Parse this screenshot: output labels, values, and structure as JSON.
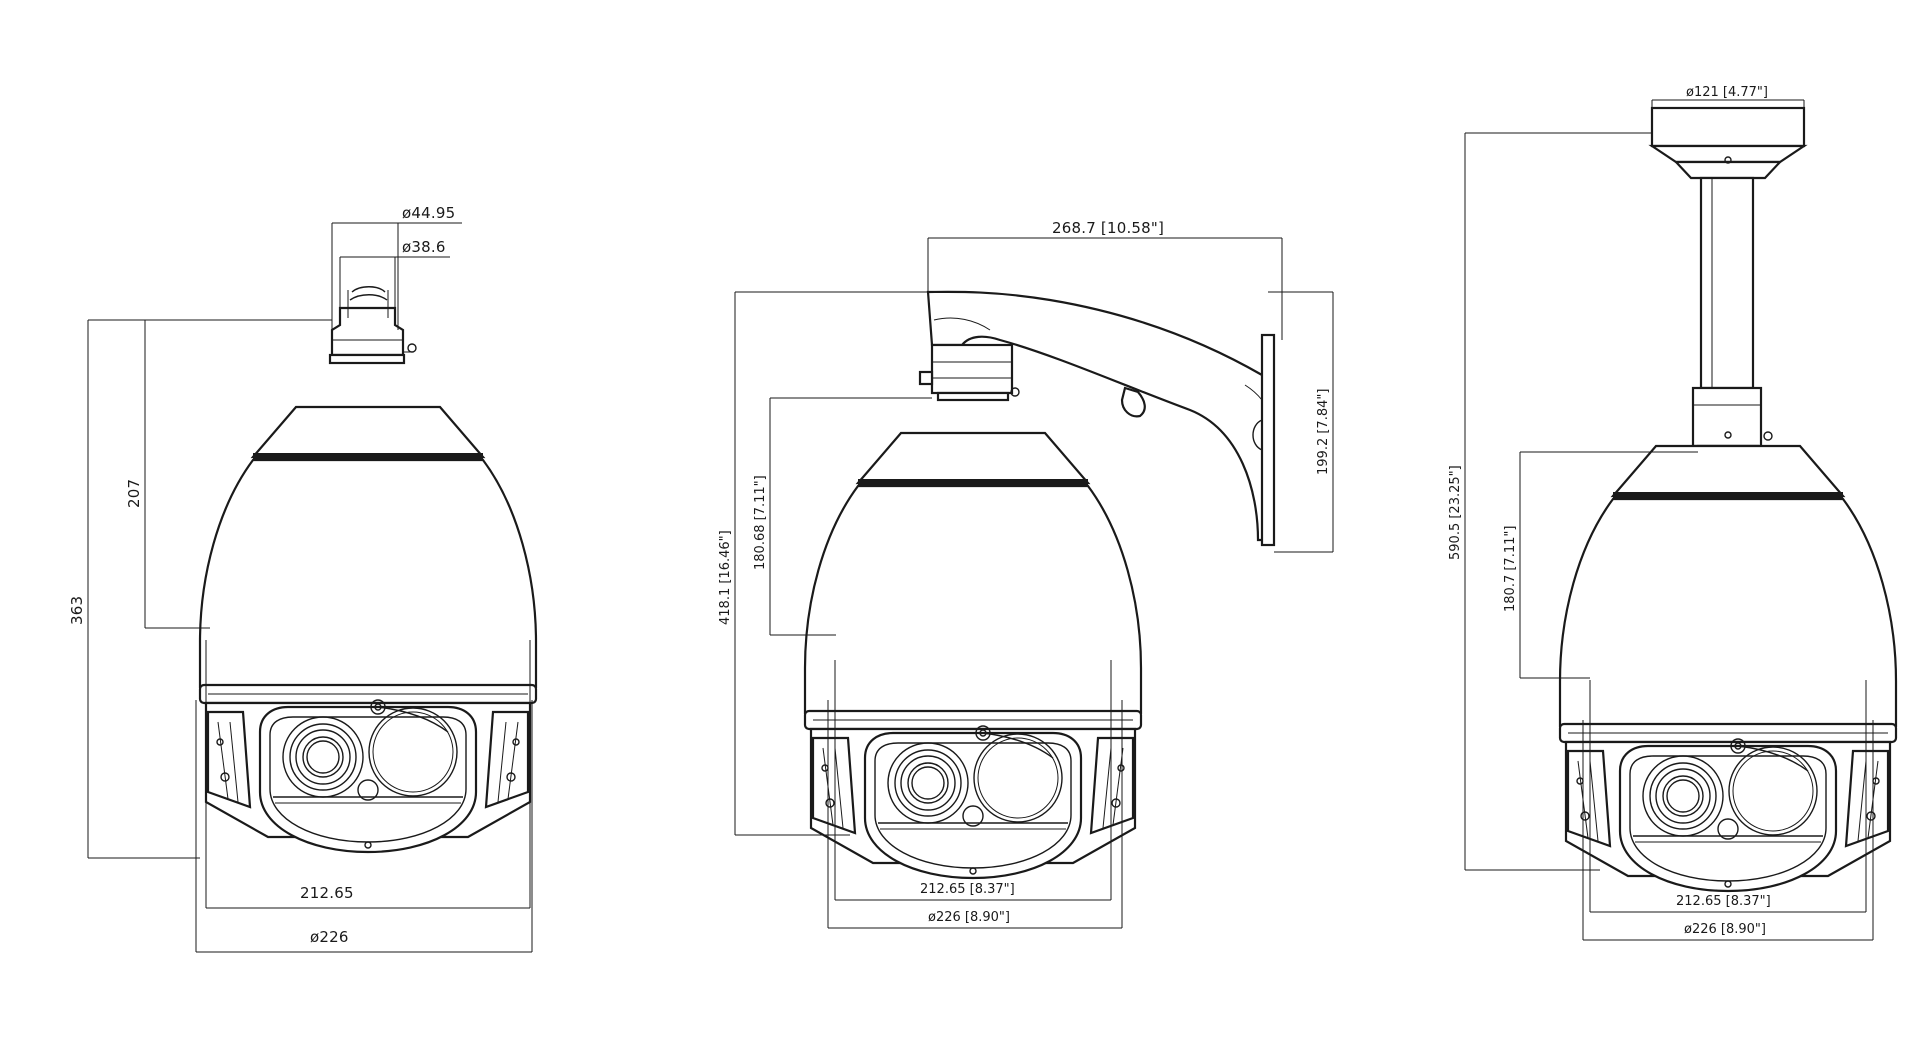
{
  "views": {
    "front": {
      "diam_top_outer": "ø44.95",
      "diam_top_inner": "ø38.6",
      "height_total": "363",
      "height_upper": "207",
      "width_inner": "212.65",
      "width_outer": "ø226"
    },
    "wall": {
      "arm_length": "268.7 [10.58\"]",
      "mount_height": "199.2 [7.84\"]",
      "height_total": "418.1 [16.46\"]",
      "height_upper": "180.68 [7.11\"]",
      "width_inner": "212.65 [8.37\"]",
      "width_outer": "ø226 [8.90\"]"
    },
    "pendant": {
      "diam_top": "ø121 [4.77\"]",
      "height_total": "590.5 [23.25\"]",
      "height_upper": "180.7 [7.11\"]",
      "width_inner": "212.65 [8.37\"]",
      "width_outer": "ø226 [8.90\"]"
    }
  }
}
